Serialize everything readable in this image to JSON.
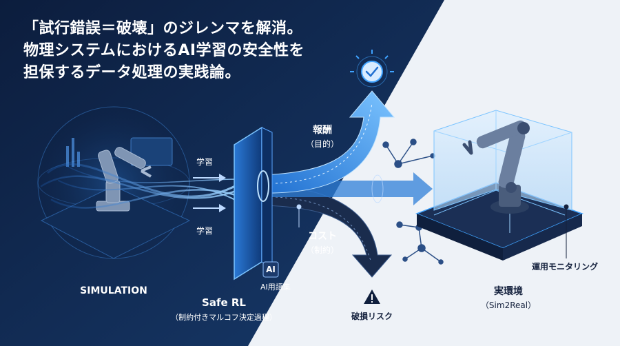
{
  "headline": {
    "line1": "「試行錯誤＝破壊」のジレンマを解消。",
    "line2": "物理システムにおけるAI学習の安全性を",
    "line3": "担保するデータ処理の実践論。"
  },
  "simulation": {
    "label": "SIMULATION"
  },
  "flows": {
    "learn_top": "学習",
    "learn_bottom": "学習"
  },
  "gate": {
    "title": "Safe RL",
    "subtitle": "（制約付きマルコフ決定過程）",
    "badge": "AI",
    "glossary": "AI用語集"
  },
  "reward": {
    "title": "報酬",
    "subtitle": "（目的）"
  },
  "cost": {
    "title": "コスト",
    "subtitle": "（制約）"
  },
  "risk": {
    "label": "破損リスク"
  },
  "real": {
    "title": "実環境",
    "subtitle": "（Sim2Real）"
  },
  "monitoring": {
    "label": "運用モニタリング"
  },
  "colors": {
    "navy": "#0f2345",
    "navy_dark": "#081430",
    "glow": "#3fa3ff",
    "glow_light": "#9fd4ff",
    "light_bg": "#eef2f7",
    "dark_arrow": "#1a2c4d"
  }
}
